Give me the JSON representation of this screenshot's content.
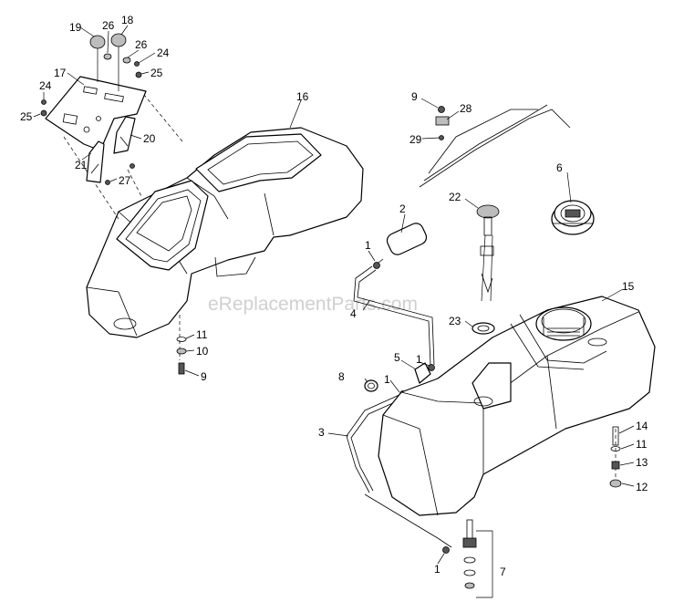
{
  "watermark": "eReplacementParts.com",
  "callouts": [
    {
      "id": "c19",
      "text": "19"
    },
    {
      "id": "c26a",
      "text": "26"
    },
    {
      "id": "c18",
      "text": "18"
    },
    {
      "id": "c26b",
      "text": "26"
    },
    {
      "id": "c24a",
      "text": "24"
    },
    {
      "id": "c25a",
      "text": "25"
    },
    {
      "id": "c17",
      "text": "17"
    },
    {
      "id": "c24b",
      "text": "24"
    },
    {
      "id": "c25b",
      "text": "25"
    },
    {
      "id": "c20",
      "text": "20"
    },
    {
      "id": "c21",
      "text": "21"
    },
    {
      "id": "c27",
      "text": "27"
    },
    {
      "id": "c16",
      "text": "16"
    },
    {
      "id": "c11a",
      "text": "11"
    },
    {
      "id": "c10",
      "text": "10"
    },
    {
      "id": "c9a",
      "text": "9"
    },
    {
      "id": "c9b",
      "text": "9"
    },
    {
      "id": "c28",
      "text": "28"
    },
    {
      "id": "c29",
      "text": "29"
    },
    {
      "id": "c6",
      "text": "6"
    },
    {
      "id": "c22",
      "text": "22"
    },
    {
      "id": "c2",
      "text": "2"
    },
    {
      "id": "c1a",
      "text": "1"
    },
    {
      "id": "c4",
      "text": "4"
    },
    {
      "id": "c15",
      "text": "15"
    },
    {
      "id": "c23",
      "text": "23"
    },
    {
      "id": "c5",
      "text": "5"
    },
    {
      "id": "c1b",
      "text": "1"
    },
    {
      "id": "c8",
      "text": "8"
    },
    {
      "id": "c1c",
      "text": "1"
    },
    {
      "id": "c3",
      "text": "3"
    },
    {
      "id": "c14",
      "text": "14"
    },
    {
      "id": "c11b",
      "text": "11"
    },
    {
      "id": "c13",
      "text": "13"
    },
    {
      "id": "c12",
      "text": "12"
    },
    {
      "id": "c7",
      "text": "7"
    },
    {
      "id": "c1d",
      "text": "1"
    }
  ]
}
